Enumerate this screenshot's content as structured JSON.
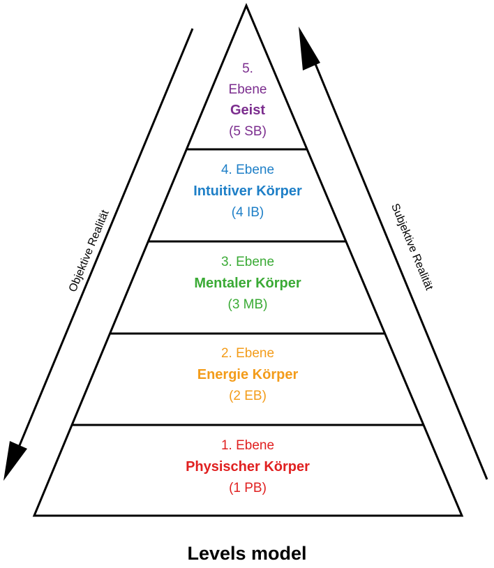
{
  "caption": "Levels model",
  "left_arrow_label": "Objektive Realität",
  "right_arrow_label": "Subjektive Realität",
  "levels": [
    {
      "number": "5.",
      "ebene": "Ebene",
      "name": "Geist",
      "abbr": "(5 SB)",
      "color": "#7b2d8e"
    },
    {
      "number": "4.",
      "ebene": "Ebene",
      "name": "Intuitiver Körper",
      "abbr": "(4 IB)",
      "color": "#1e7fc7"
    },
    {
      "number": "3.",
      "ebene": "Ebene",
      "name": "Mentaler Körper",
      "abbr": "(3 MB)",
      "color": "#3aaa35"
    },
    {
      "number": "2.",
      "ebene": "Ebene",
      "name": "Energie Körper",
      "abbr": "(2 EB)",
      "color": "#f39c1a"
    },
    {
      "number": "1.",
      "ebene": "Ebene",
      "name": "Physischer Körper",
      "abbr": "(1 PB)",
      "color": "#e02020"
    }
  ]
}
